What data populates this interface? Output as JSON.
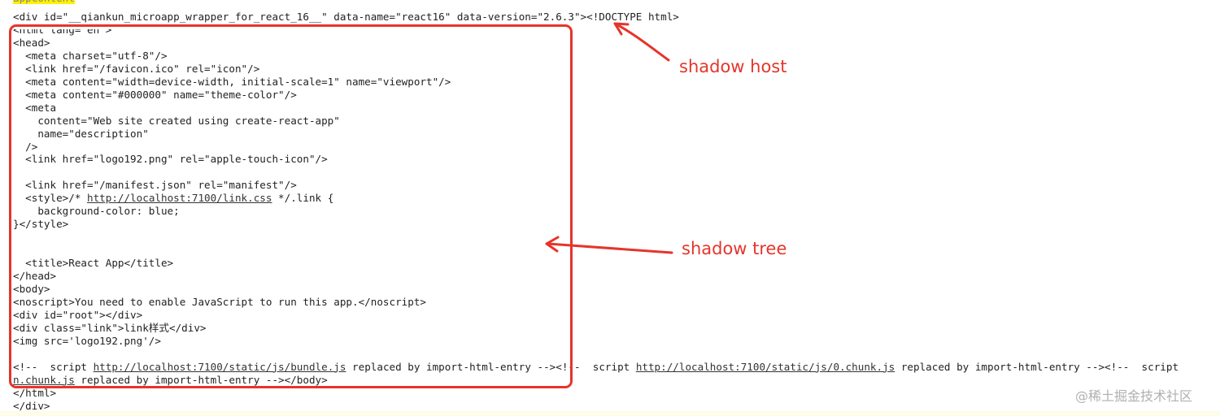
{
  "highlighted_fragment": "appContent",
  "code_lines": [
    {
      "segments": [
        {
          "text": "<div id=\"__qiankun_microapp_wrapper_for_react_16__\" data-name=\"react16\" data-version=\"2.6.3\"><!DOCTYPE html>"
        }
      ]
    },
    {
      "segments": [
        {
          "text": "<html lang=\"en\">"
        }
      ]
    },
    {
      "segments": [
        {
          "text": "<head>"
        }
      ]
    },
    {
      "segments": [
        {
          "text": "  <meta charset=\"utf-8\"/>"
        }
      ]
    },
    {
      "segments": [
        {
          "text": "  <link href=\"/favicon.ico\" rel=\"icon\"/>"
        }
      ]
    },
    {
      "segments": [
        {
          "text": "  <meta content=\"width=device-width, initial-scale=1\" name=\"viewport\"/>"
        }
      ]
    },
    {
      "segments": [
        {
          "text": "  <meta content=\"#000000\" name=\"theme-color\"/>"
        }
      ]
    },
    {
      "segments": [
        {
          "text": "  <meta"
        }
      ]
    },
    {
      "segments": [
        {
          "text": "    content=\"Web site created using create-react-app\""
        }
      ]
    },
    {
      "segments": [
        {
          "text": "    name=\"description\""
        }
      ]
    },
    {
      "segments": [
        {
          "text": "  />"
        }
      ]
    },
    {
      "segments": [
        {
          "text": "  <link href=\"logo192.png\" rel=\"apple-touch-icon\"/>"
        }
      ]
    },
    {
      "segments": [
        {
          "text": ""
        }
      ]
    },
    {
      "segments": [
        {
          "text": "  <link href=\"/manifest.json\" rel=\"manifest\"/>"
        }
      ]
    },
    {
      "segments": [
        {
          "text": "  <style>/* "
        },
        {
          "text": "http://localhost:7100/link.css",
          "link": true
        },
        {
          "text": " */.link {"
        }
      ]
    },
    {
      "segments": [
        {
          "text": "    background-color: blue;"
        }
      ]
    },
    {
      "segments": [
        {
          "text": "}</style>"
        }
      ]
    },
    {
      "segments": [
        {
          "text": ""
        }
      ]
    },
    {
      "segments": [
        {
          "text": ""
        }
      ]
    },
    {
      "segments": [
        {
          "text": "  <title>React App</title>"
        }
      ]
    },
    {
      "segments": [
        {
          "text": "</head>"
        }
      ]
    },
    {
      "segments": [
        {
          "text": "<body>"
        }
      ]
    },
    {
      "segments": [
        {
          "text": "<noscript>You need to enable JavaScript to run this app.</noscript>"
        }
      ]
    },
    {
      "segments": [
        {
          "text": "<div id=\"root\"></div>"
        }
      ]
    },
    {
      "segments": [
        {
          "text": "<div class=\"link\">link样式</div>"
        }
      ]
    },
    {
      "segments": [
        {
          "text": "<img src='logo192.png'/>"
        }
      ]
    },
    {
      "segments": [
        {
          "text": ""
        }
      ]
    },
    {
      "segments": [
        {
          "text": "<!--  script "
        },
        {
          "text": "http://localhost:7100/static/js/bundle.js",
          "link": true
        },
        {
          "text": " replaced by import-html-entry --><!--  script "
        },
        {
          "text": "http://localhost:7100/static/js/0.chunk.js",
          "link": true
        },
        {
          "text": " replaced by import-html-entry --><!--  script"
        }
      ]
    },
    {
      "segments": [
        {
          "text": "n.chunk.js",
          "link": true
        },
        {
          "text": " replaced by import-html-entry --></body>"
        }
      ]
    },
    {
      "segments": [
        {
          "text": "</html>"
        }
      ]
    },
    {
      "segments": [
        {
          "text": "</div>"
        }
      ]
    }
  ],
  "annotations": {
    "shadow_host": "shadow host",
    "shadow_tree": "shadow tree"
  },
  "watermark": "@稀土掘金技术社区",
  "colors": {
    "annotation_red": "#e5352b",
    "highlight_yellow": "#fff200",
    "code_text": "#222222"
  }
}
